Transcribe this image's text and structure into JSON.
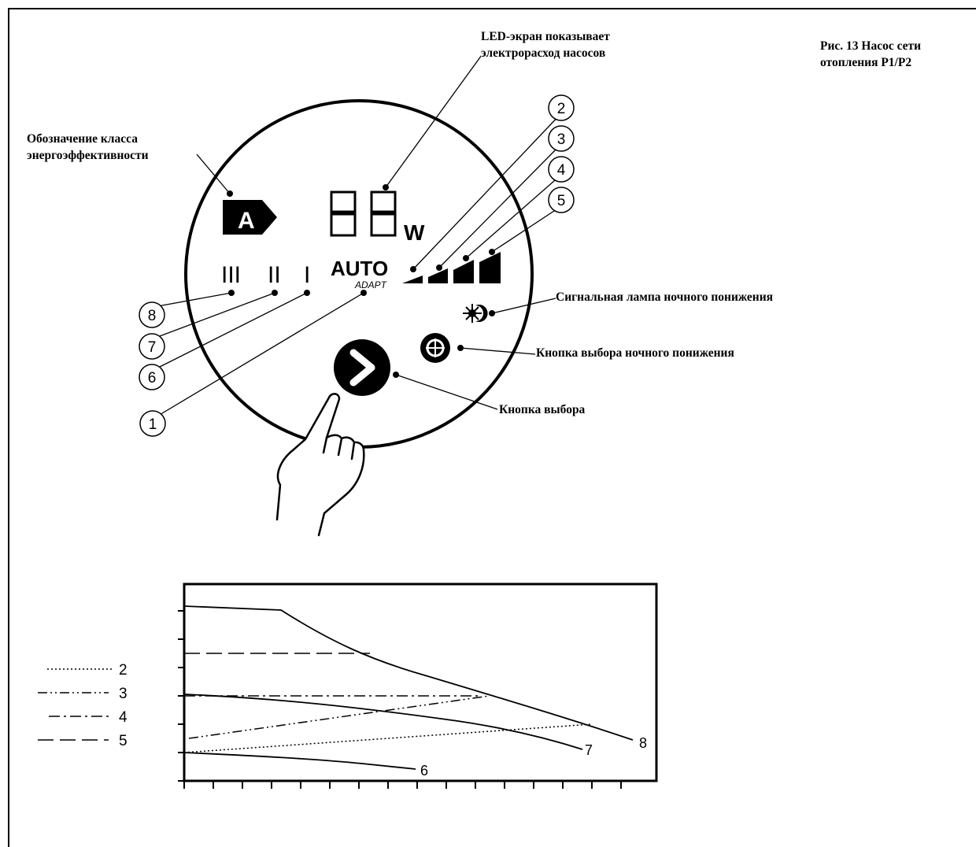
{
  "figure": {
    "caption_line1": "Рис. 13 Насос сети",
    "caption_line2": "отопления P1/P2"
  },
  "labels": {
    "led_screen_line1": "LED-экран показывает",
    "led_screen_line2": "электрорасход  насосов",
    "energy_class_line1": "Обозначение класса",
    "energy_class_line2": "энергоэффективности",
    "night_lamp": "Сигнальная лампа ночного понижения",
    "night_button": "Кнопка выбора ночного понижения",
    "select_button": "Кнопка выбора"
  },
  "panel": {
    "energy_class": "A",
    "display_digits": "88",
    "display_unit": "W",
    "mode_auto": "AUTO",
    "mode_adapt": "ADAPT",
    "speed_iii": "III",
    "speed_ii": "II",
    "speed_i": "I"
  },
  "callouts": [
    "1",
    "2",
    "3",
    "4",
    "5",
    "6",
    "7",
    "8"
  ],
  "legend": [
    {
      "number": "2",
      "style": "dotted"
    },
    {
      "number": "3",
      "style": "dash-dot-dot"
    },
    {
      "number": "4",
      "style": "dash-dot"
    },
    {
      "number": "5",
      "style": "dashed"
    }
  ],
  "curve_labels": {
    "c6": "6",
    "c7": "7",
    "c8": "8"
  }
}
